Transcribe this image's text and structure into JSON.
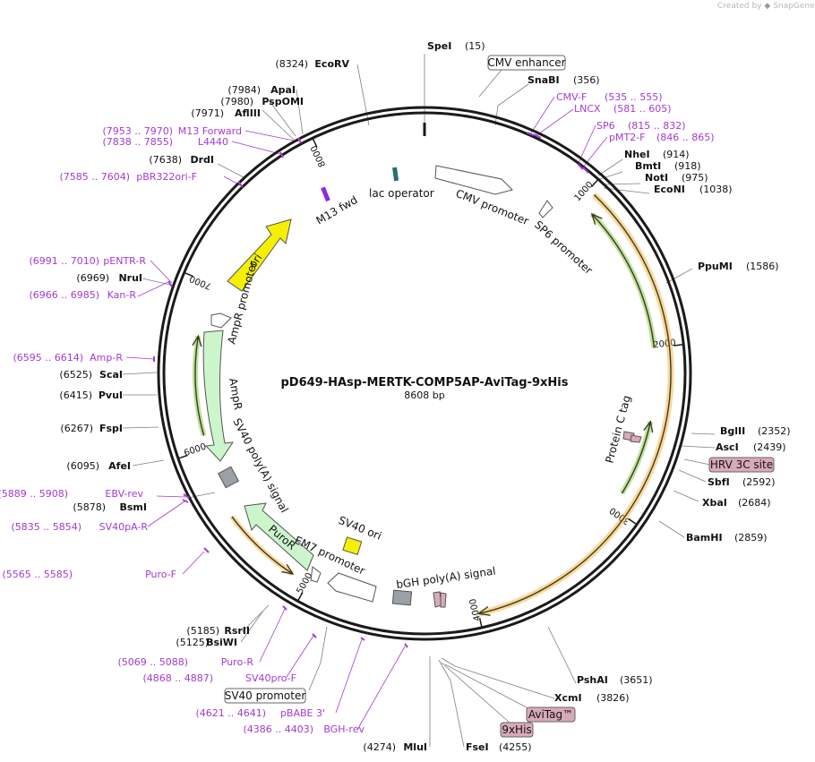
{
  "credit": {
    "prefix": "Created by",
    "app": "SnapGene"
  },
  "plasmid": {
    "name": "pD649-HAsp-MERTK-COMP5AP-AviTag-9xHis",
    "length_label": "8608 bp",
    "length": 8608
  },
  "ticks": [
    "1000",
    "2000",
    "3000",
    "4000",
    "5000",
    "6000",
    "7000",
    "8000"
  ],
  "sites": [
    {
      "name": "SpeI",
      "pos": "(15)"
    },
    {
      "name": "SnaBI",
      "pos": "(356)"
    },
    {
      "name": "NheI",
      "pos": "(914)"
    },
    {
      "name": "BmtI",
      "pos": "(918)"
    },
    {
      "name": "NotI",
      "pos": "(975)"
    },
    {
      "name": "EcoNI",
      "pos": "(1038)"
    },
    {
      "name": "PpuMI",
      "pos": "(1586)"
    },
    {
      "name": "BglII",
      "pos": "(2352)"
    },
    {
      "name": "AscI",
      "pos": "(2439)"
    },
    {
      "name": "SbfI",
      "pos": "(2592)"
    },
    {
      "name": "XbaI",
      "pos": "(2684)"
    },
    {
      "name": "BamHI",
      "pos": "(2859)"
    },
    {
      "name": "PshAI",
      "pos": "(3651)"
    },
    {
      "name": "XcmI",
      "pos": "(3826)"
    },
    {
      "name": "FseI",
      "pos": "(4255)"
    },
    {
      "name": "MluI",
      "pos": "(4274)"
    },
    {
      "name": "BsiWI",
      "pos": "(5125)"
    },
    {
      "name": "RsrII",
      "pos": "(5185)"
    },
    {
      "name": "BsmI",
      "pos": "(5878)"
    },
    {
      "name": "AfeI",
      "pos": "(6095)"
    },
    {
      "name": "FspI",
      "pos": "(6267)"
    },
    {
      "name": "PvuI",
      "pos": "(6415)"
    },
    {
      "name": "ScaI",
      "pos": "(6525)"
    },
    {
      "name": "NruI",
      "pos": "(6969)"
    },
    {
      "name": "DrdI",
      "pos": "(7638)"
    },
    {
      "name": "AflIII",
      "pos": "(7971)"
    },
    {
      "name": "PspOMI",
      "pos": "(7980)"
    },
    {
      "name": "ApaI",
      "pos": "(7984)"
    },
    {
      "name": "EcoRV",
      "pos": "(8324)"
    }
  ],
  "primers": [
    {
      "name": "CMV-F",
      "range": "(535 .. 555)"
    },
    {
      "name": "LNCX",
      "range": "(581 .. 605)"
    },
    {
      "name": "SP6",
      "range": "(815 .. 832)"
    },
    {
      "name": "pMT2-F",
      "range": "(846 .. 865)"
    },
    {
      "name": "SV40pA-R",
      "range": "(5835 .. 5854)"
    },
    {
      "name": "EBV-rev",
      "range": "(5889 .. 5908)"
    },
    {
      "name": "Puro-F",
      "range": "(5565 .. 5585)"
    },
    {
      "name": "Puro-R",
      "range": "(5069 .. 5088)"
    },
    {
      "name": "SV40pro-F",
      "range": "(4868 .. 4887)"
    },
    {
      "name": "pBABE 3'",
      "range": "(4621 .. 4641)"
    },
    {
      "name": "BGH-rev",
      "range": "(4386 .. 4403)"
    },
    {
      "name": "Amp-R",
      "range": "(6595 .. 6614)"
    },
    {
      "name": "Kan-R",
      "range": "(6966 .. 6985)"
    },
    {
      "name": "pENTR-R",
      "range": "(6991 .. 7010)"
    },
    {
      "name": "pBR322ori-F",
      "range": "(7585 .. 7604)"
    },
    {
      "name": "L4440",
      "range": "(7838 .. 7855)"
    },
    {
      "name": "M13 Forward",
      "range": "(7953 .. 7970)"
    }
  ],
  "boxed_labels": {
    "cmv_enhancer": "CMV enhancer",
    "sv40_promoter": "SV40 promoter",
    "hrv_3c_site": "HRV 3C site",
    "avitag": "AviTag™",
    "his9": "9xHis"
  },
  "features": {
    "cmv_promoter": "CMV promoter",
    "sp6_promoter": "SP6 promoter",
    "lac_operator": "lac operator",
    "m13_fwd": "M13 fwd",
    "ori": "ori",
    "ampr_promoter": "AmpR promoter",
    "ampr": "AmpR",
    "sv40_polya": "SV40 poly(A) signal",
    "puror": "PuroR",
    "em7_promoter": "EM7 promoter",
    "sv40_ori": "SV40 ori",
    "bgh_polya": "bGH poly(A) signal",
    "protein_c_tag": "Protein C tag"
  },
  "colors": {
    "primer": "#a43ad0",
    "orf_orange": "#f5a623",
    "orf_green": "#6fbf2a",
    "ori_yellow": "#f5f000",
    "feature_green": "#ccf5cc",
    "tag_pink": "#d8aab8",
    "gray_feature": "#9aa0a6",
    "lac_teal": "#2a6f6f",
    "m13_purple": "#8a2be2"
  }
}
